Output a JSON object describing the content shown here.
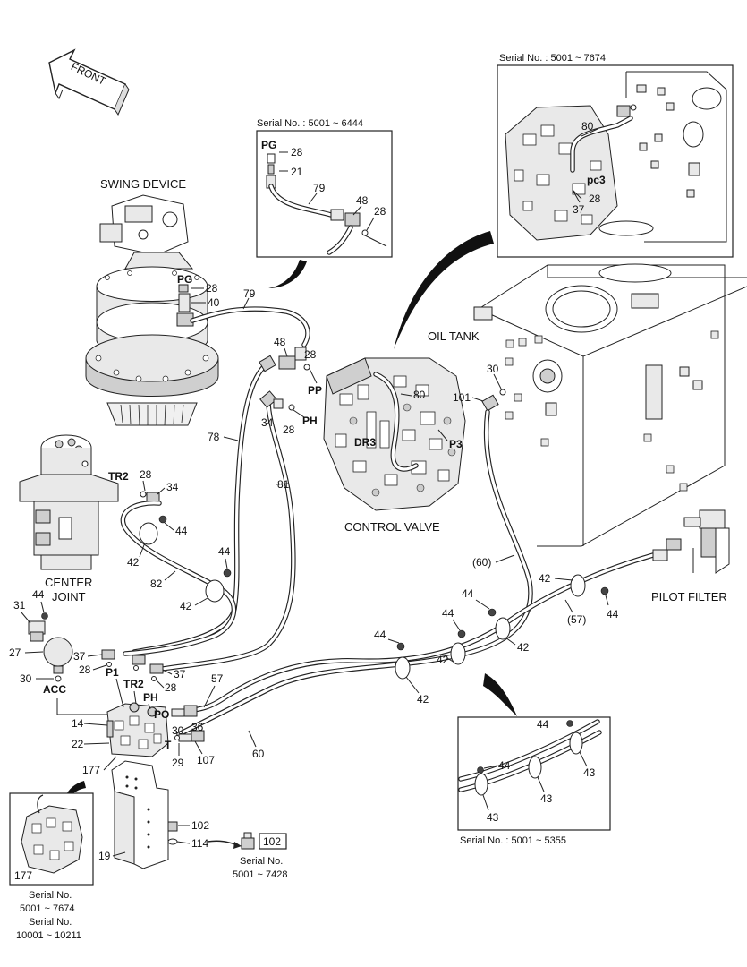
{
  "arrow": {
    "label": "FRONT"
  },
  "titles": {
    "swing_device": "SWING DEVICE",
    "oil_tank": "OIL TANK",
    "control_valve": "CONTROL VALVE",
    "center_joint_line1": "CENTER",
    "center_joint_line2": "JOINT",
    "pilot_filter": "PILOT FILTER"
  },
  "insets": {
    "inset_pg": {
      "serial": "Serial No. : 5001 ~ 6444"
    },
    "inset_pc3": {
      "serial": "Serial No. : 5001 ~ 7674"
    },
    "inset_clamps": {
      "serial": "Serial No. : 5001 ~ 5355"
    },
    "inset_bolt": {
      "line1": "Serial No.",
      "line2": "5001 ~ 7428"
    },
    "inset_177": {
      "line1": "Serial No.",
      "line2": "5001 ~ 7674",
      "line3": "Serial No.",
      "line4": "10001 ~ 10211"
    }
  },
  "ports": {
    "pg": "PG",
    "pp": "PP",
    "ph": "PH",
    "dr3": "DR3",
    "p3": "P3",
    "pc3": "pc3",
    "tr2": "TR2",
    "acc": "ACC",
    "p1": "P1",
    "tr2_b": "TR2",
    "ph_b": "PH",
    "po": "PO",
    "t": "T"
  },
  "callouts": {
    "c28_pg_inset": "28",
    "c21": "21",
    "c79_inset": "79",
    "c48_inset": "48",
    "c28_inset_r": "28",
    "c80_inset": "80",
    "c28_pc3": "28",
    "c37_pc3": "37",
    "c28_sd": "28",
    "c40": "40",
    "c79": "79",
    "c48": "48",
    "c28_pp": "28",
    "c34_ph": "34",
    "c28_ph": "28",
    "c78": "78",
    "c81": "81",
    "c80": "80",
    "c30_tank": "30",
    "c101": "101",
    "c60_paren": "(60)",
    "c57_paren": "(57)",
    "c28_tr2": "28",
    "c34_tr2": "34",
    "c44_cj": "44",
    "c42_cj": "42",
    "c82": "82",
    "c44_mid": "44",
    "c42_mid": "42",
    "c44_a": "44",
    "c44_b": "44",
    "c44_c": "44",
    "c42_a": "42",
    "c42_b": "42",
    "c42_c": "42",
    "c42_pf": "42",
    "c44_pf": "44",
    "c31": "31",
    "c44_31": "44",
    "c27": "27",
    "c30_acc": "30",
    "c37_l": "37",
    "c28_l": "28",
    "c37_r": "37",
    "c28_r": "28",
    "c57": "57",
    "c14": "14",
    "c22": "22",
    "c30_po": "30",
    "c36": "36",
    "c29": "29",
    "c107": "107",
    "c60": "60",
    "c177": "177",
    "c102": "102",
    "c114": "114",
    "c19": "19",
    "c102_inset": "102",
    "c177_inset": "177",
    "c44_cl": "44",
    "c44_cl2": "44",
    "c43_a": "43",
    "c43_b": "43",
    "c43_c": "43"
  }
}
